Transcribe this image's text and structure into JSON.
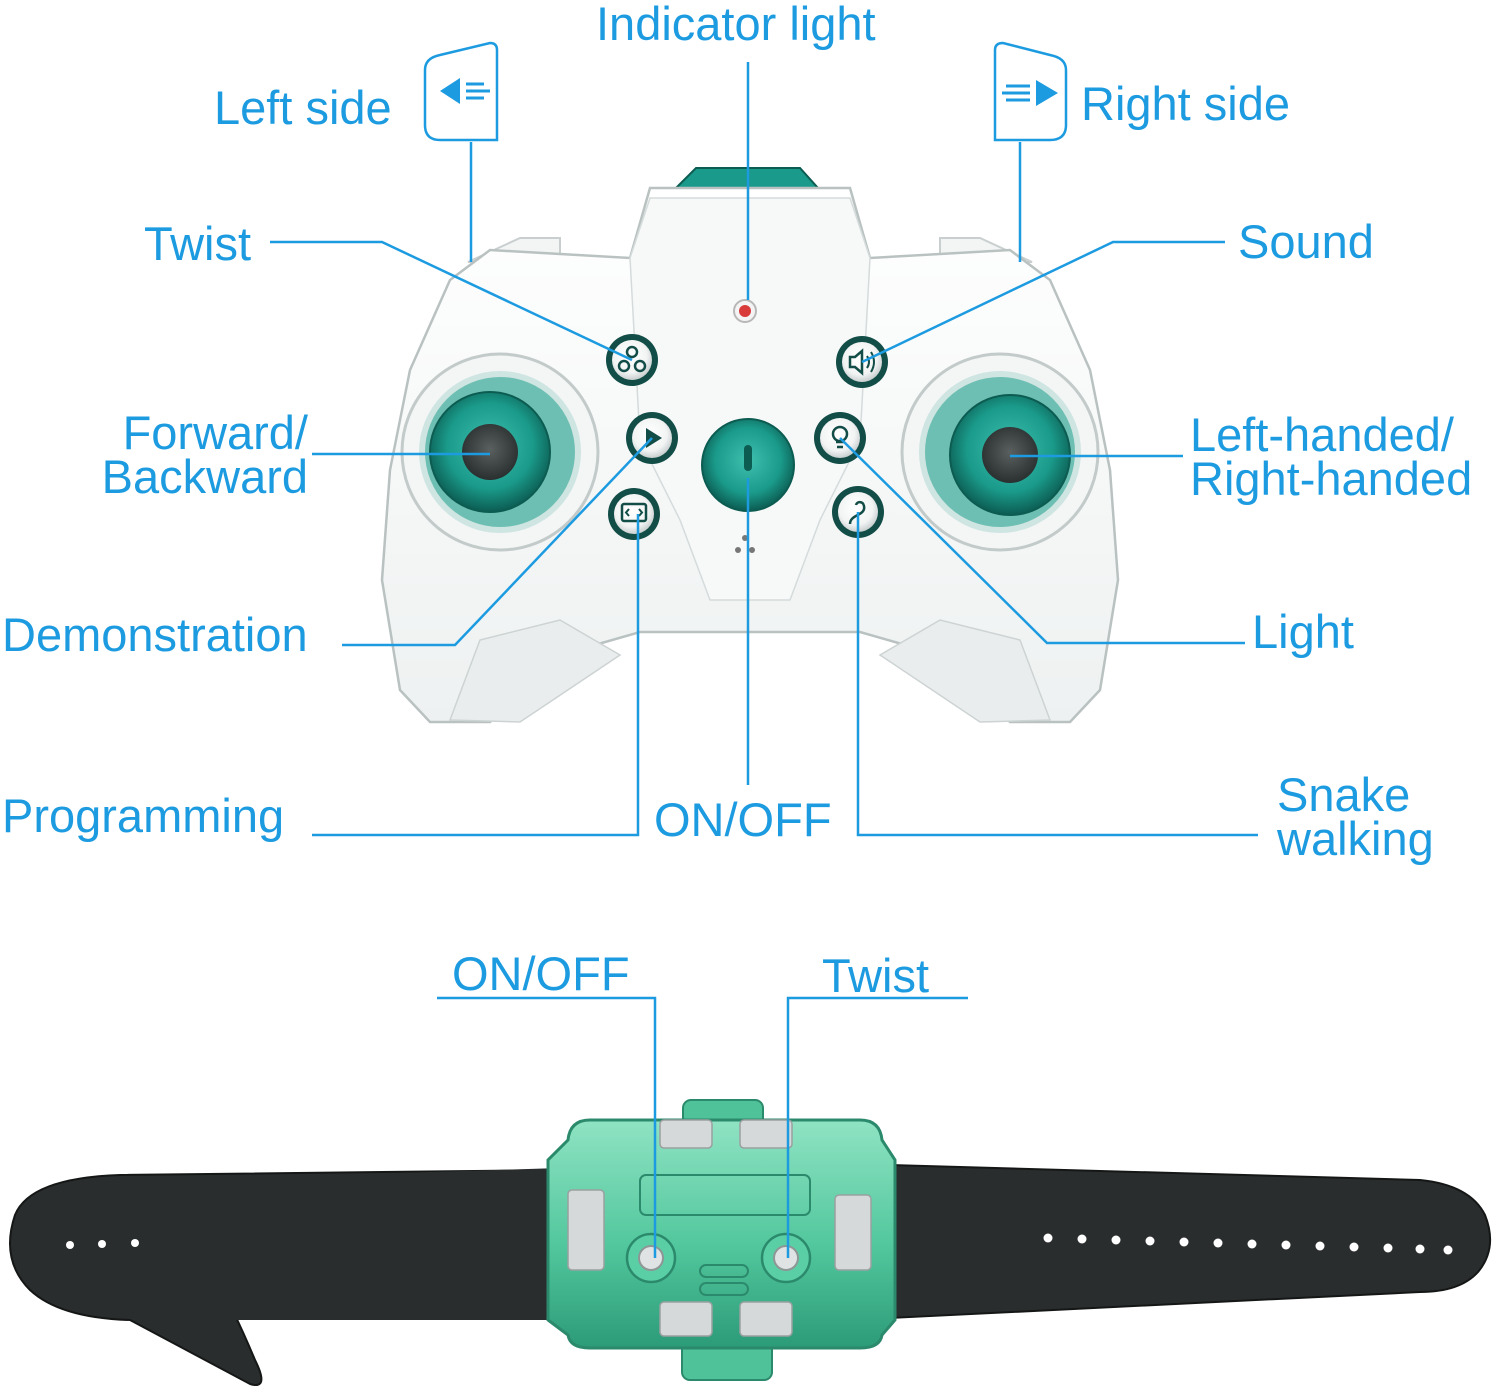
{
  "colors": {
    "accent": "#1d9be0",
    "body_white": "#ffffff",
    "teal": "#1a9a8a",
    "teal_dark": "#0c5c52",
    "translucent_green": "#5fd0a8",
    "strap_black": "#2a2d2e",
    "indicator_red": "#d93a3a"
  },
  "controller": {
    "labels": {
      "indicator_light": "Indicator light",
      "left_side": "Left side",
      "right_side": "Right side",
      "twist": "Twist",
      "sound": "Sound",
      "forward_backward": [
        "Forward/",
        "Backward"
      ],
      "left_right_handed": [
        "Left-handed/",
        "Right-handed"
      ],
      "demonstration": "Demonstration",
      "light": "Light",
      "programming": "Programming",
      "on_off": "ON/OFF",
      "snake_walking": [
        "Snake",
        "walking"
      ]
    },
    "icons": {
      "left_side_button": "arrow-left-icon",
      "right_side_button": "arrow-right-icon",
      "twist_button": "twist-icon",
      "play_button": "play-icon",
      "programming_button": "code-icon",
      "sound_button": "speaker-icon",
      "light_button": "light-bulb-icon",
      "snake_button": "snake-path-icon"
    }
  },
  "watch": {
    "labels": {
      "on_off": "ON/OFF",
      "twist": "Twist"
    }
  }
}
